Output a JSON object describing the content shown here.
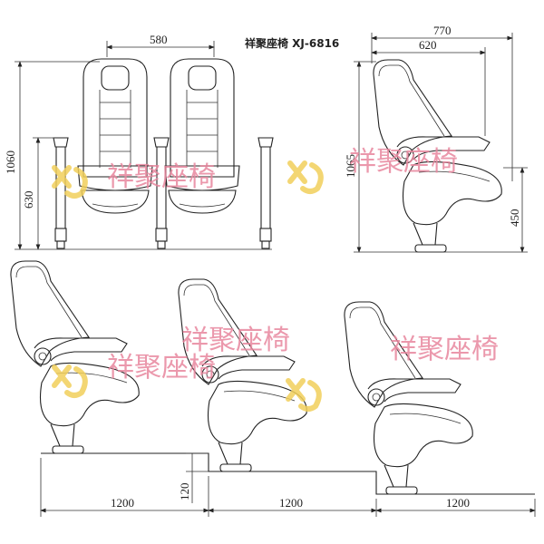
{
  "title": "祥聚座椅 XJ-6816",
  "watermark": "祥聚座椅",
  "watermark_colors": {
    "text": "#e8879e",
    "logo": "#f1cf5a"
  },
  "front_view": {
    "seat_spacing": "580",
    "total_height": "1060",
    "armrest_height": "630"
  },
  "side_view": {
    "depth_total": "770",
    "depth_folded": "620",
    "height": "1065",
    "seat_height": "450"
  },
  "tier_view": {
    "row_spacing": [
      "1200",
      "1200",
      "1200"
    ],
    "step_height": "120"
  }
}
